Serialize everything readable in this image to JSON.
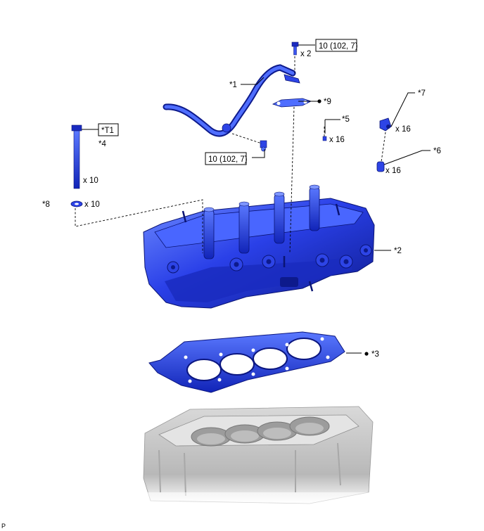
{
  "labels": {
    "part1": "*1",
    "part2": "*2",
    "part3": "*3",
    "part4": "*4",
    "part5": "*5",
    "part6": "*6",
    "part7": "*7",
    "part8": "*8",
    "part9": "*9",
    "tool1": "*T1",
    "torque_top": "10 (102, 7)",
    "torque_left": "10 (102, 7)",
    "qty_top_bolt": "x 2",
    "qty_head_bolt": "x 10",
    "qty_washer": "x 10",
    "qty_part5": "x 16",
    "qty_part7": "x 16",
    "qty_part6": "x 16",
    "footer": "P"
  },
  "colors": {
    "part_blue": "#1a2fe0",
    "part_blue_light": "#5b7bff",
    "part_blue_dark": "#0b1680",
    "block_gray": "#c8c8c8",
    "block_gray_dark": "#8e8e8e",
    "line": "#000000"
  }
}
